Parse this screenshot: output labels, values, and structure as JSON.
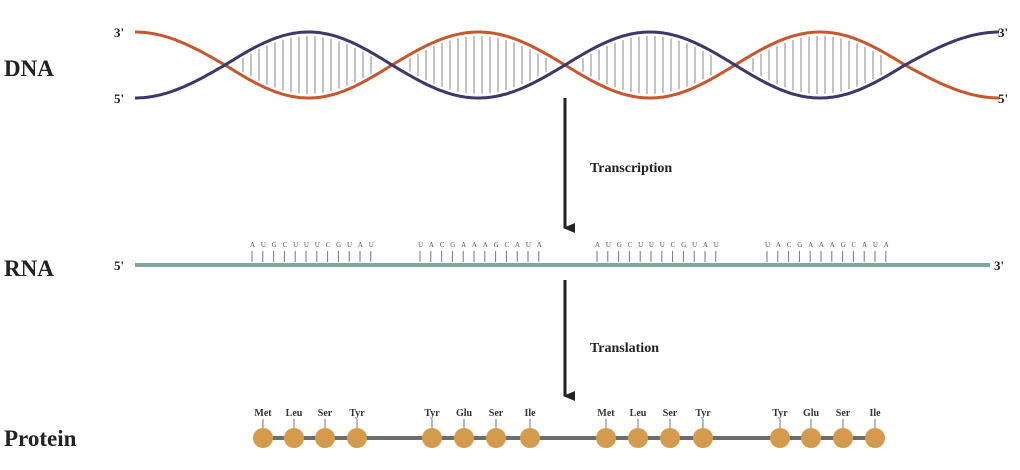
{
  "labels": {
    "dna": "DNA",
    "rna": "RNA",
    "protein": "Protein"
  },
  "ends": {
    "dna_top_left": "3'",
    "dna_bottom_left": "5'",
    "dna_top_right": "3'",
    "dna_bottom_right": "5'",
    "rna_left": "5'",
    "rna_right": "3'"
  },
  "steps": {
    "transcription": "Transcription",
    "translation": "Translation"
  },
  "rna_codon_groups": [
    "AUGCUUUCGUAU",
    "UACGAAAGCAUA",
    "AUGCUUUCGUAU",
    "UACGAAAGCAUA"
  ],
  "amino_acids": [
    "Met",
    "Leu",
    "Ser",
    "Tyr",
    "Tyr",
    "Glu",
    "Ser",
    "Ile",
    "Met",
    "Leu",
    "Ser",
    "Tyr",
    "Tyr",
    "Glu",
    "Ser",
    "Ile"
  ],
  "colors": {
    "strand_a": "#c6582f",
    "strand_b": "#3e3768",
    "rna": "#7ea89d",
    "amino": "#d49b4d",
    "chain": "#6d6d6d"
  }
}
